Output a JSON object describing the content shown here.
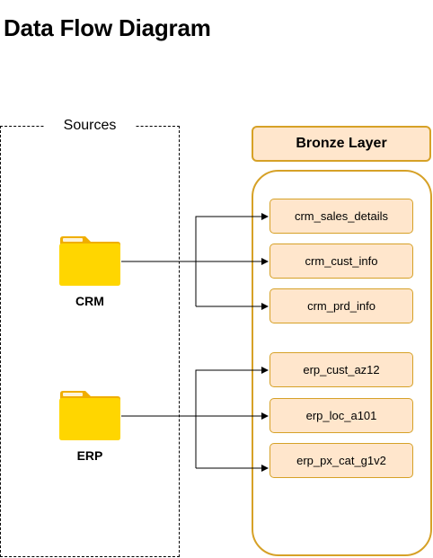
{
  "title": "Data Flow Diagram",
  "sources": {
    "label": "Sources",
    "items": [
      {
        "label": "CRM",
        "icon": "folder-icon"
      },
      {
        "label": "ERP",
        "icon": "folder-icon"
      }
    ]
  },
  "bronze": {
    "header": "Bronze Layer",
    "crm_tables": [
      "crm_sales_details",
      "crm_cust_info",
      "crm_prd_info"
    ],
    "erp_tables": [
      "erp_cust_az12",
      "erp_loc_a101",
      "erp_px_cat_g1v2"
    ]
  },
  "colors": {
    "folder_body": "#ffd600",
    "folder_tab": "#f0ae00",
    "box_fill": "#ffe6cc",
    "box_stroke": "#d6a127",
    "line": "#000000"
  }
}
